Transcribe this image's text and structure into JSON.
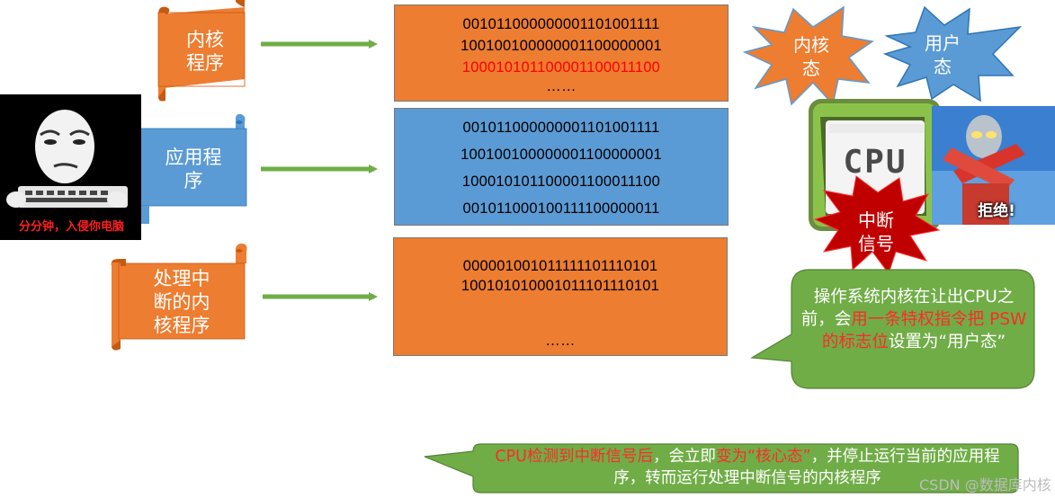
{
  "scrolls": {
    "kernel_program": "内核\n程序",
    "app_program": "应用程\n序",
    "interrupt_handler": "处理中\n断的内\n核程序"
  },
  "code_boxes": {
    "kernel": {
      "lines": [
        "001011000000001101001111",
        "100100100000001100000001"
      ],
      "highlight_line": "100010101100001100011100",
      "ellipsis": "……"
    },
    "app": {
      "lines": [
        "001011000000001101001111",
        "100100100000001100000001",
        "100010101100001100011100",
        "001011000100111100000011"
      ]
    },
    "interrupt": {
      "lines": [
        "000001001011111101110101",
        "100101010001011101110101"
      ],
      "ellipsis": "……"
    }
  },
  "meme": {
    "caption": "分分钟，入侵你电脑"
  },
  "states": {
    "kernel_mode": "内核\n态",
    "user_mode": "用户\n态"
  },
  "cpu": {
    "chip_label": "CPU",
    "interrupt_signal": "中断\n信号",
    "refuse_label": "拒绝!"
  },
  "bubble_right": {
    "part1": "操作系统内核在让出CPU之前，会",
    "part2_red": "用一条特权指令把 PSW 的标志位",
    "part3": "设置为“用户态”"
  },
  "bubble_bottom": {
    "seg1_red": "CPU检测到中断信号后",
    "seg2": "，会立即",
    "seg3_red": "变为“核心态”",
    "seg4": "，并停止运行当前的应用程序，转而运行处理中断信号的内核程序"
  },
  "watermark": "CSDN @数据库内核",
  "colors": {
    "orange": "#ed7d31",
    "blue": "#5b9bd5",
    "green": "#70ad47",
    "red": "#ff0000",
    "dark_red": "#c00000"
  }
}
